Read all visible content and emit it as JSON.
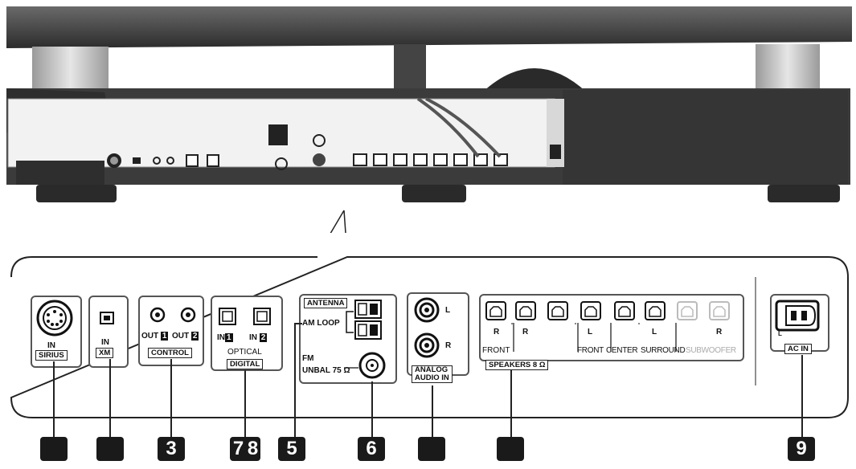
{
  "labels": {
    "sirius_in": "IN",
    "sirius": "SIRIUS",
    "xm_in": "IN",
    "xm": "XM",
    "control_out1_prefix": "OUT ",
    "control_out1_num": "1",
    "control_out2_prefix": "OUT ",
    "control_out2_num": "2",
    "control": "CONTROL",
    "optical_in1_prefix": "IN",
    "optical_in1_num": "1",
    "optical_in2_prefix": "IN ",
    "optical_in2_num": "2",
    "optical": "OPTICAL",
    "digital": "DIGITAL",
    "antenna": "ANTENNA",
    "am_loop": "AM LOOP",
    "fm": "FM",
    "fm_unbal": "UNBAL 75 Ω",
    "analog_l": "L",
    "analog_r": "R",
    "analog_audio_in_1": "ANALOG",
    "analog_audio_in_2": "AUDIO IN",
    "spk_r1": "R",
    "spk_r2": "R",
    "spk_front": "FRONT",
    "spk_l1": "L",
    "spk_front2": "FRONT",
    "spk_center": "CENTER",
    "spk_surround": "SURROUND",
    "spk_l2": "L",
    "spk_subwoofer": "SUBWOOFER",
    "spk_r3": "R",
    "speakers": "SPEAKERS 8 Ω",
    "ac_l": "L",
    "ac_in": "AC IN"
  },
  "callouts": [
    "",
    "",
    "3",
    "7 8",
    "5",
    "6",
    "",
    "",
    "9"
  ],
  "colors": {
    "ink": "#111111",
    "panel_border": "#555555",
    "console_dark": "#3a3a3a",
    "faded": "#aaaaaa"
  }
}
